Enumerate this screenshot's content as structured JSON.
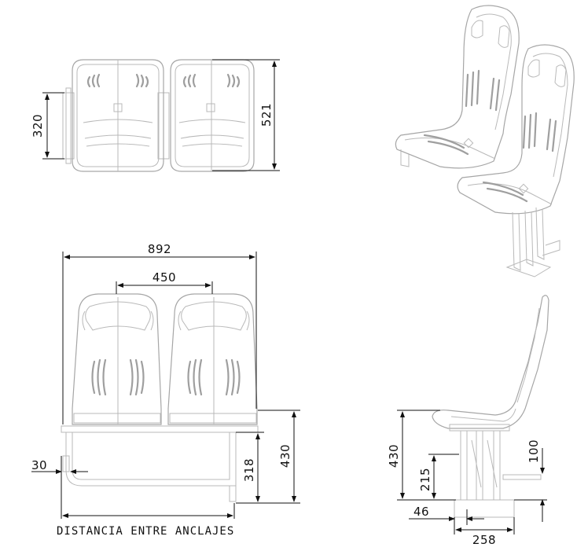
{
  "dimensions": {
    "top_view_height": "521",
    "top_view_depth": "320",
    "front_width": "892",
    "front_seat_pitch": "450",
    "front_height": "430",
    "front_frame_height": "318",
    "front_leg_offset": "30",
    "side_height": "430",
    "side_frame_height": "215",
    "side_leg_height": "100",
    "side_leg_offset": "46",
    "side_base_width": "258"
  },
  "captions": {
    "anchor_distance": "DISTANCIA ENTRE ANCLAJES"
  },
  "colors": {
    "outline": "#b9b9b9",
    "dimension": "#111111",
    "background": "#ffffff"
  }
}
